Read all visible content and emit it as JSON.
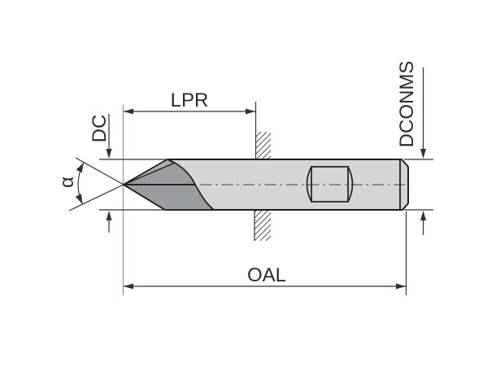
{
  "labels": {
    "lpr": "LPR",
    "dc": "DC",
    "alpha": "α",
    "oal": "OAL",
    "dconms": "DCONMS"
  },
  "colors": {
    "background": "#ffffff",
    "body_fill": "#d3d5d7",
    "flute_fill": "#9a9da0",
    "flute_face_fill": "#abaeb1",
    "outline": "#1d1d1f",
    "dimension": "#323234",
    "extension": "#97999b",
    "centerline": "#6f7274",
    "hatch": "#56585a",
    "label": "#2b2b2d"
  }
}
